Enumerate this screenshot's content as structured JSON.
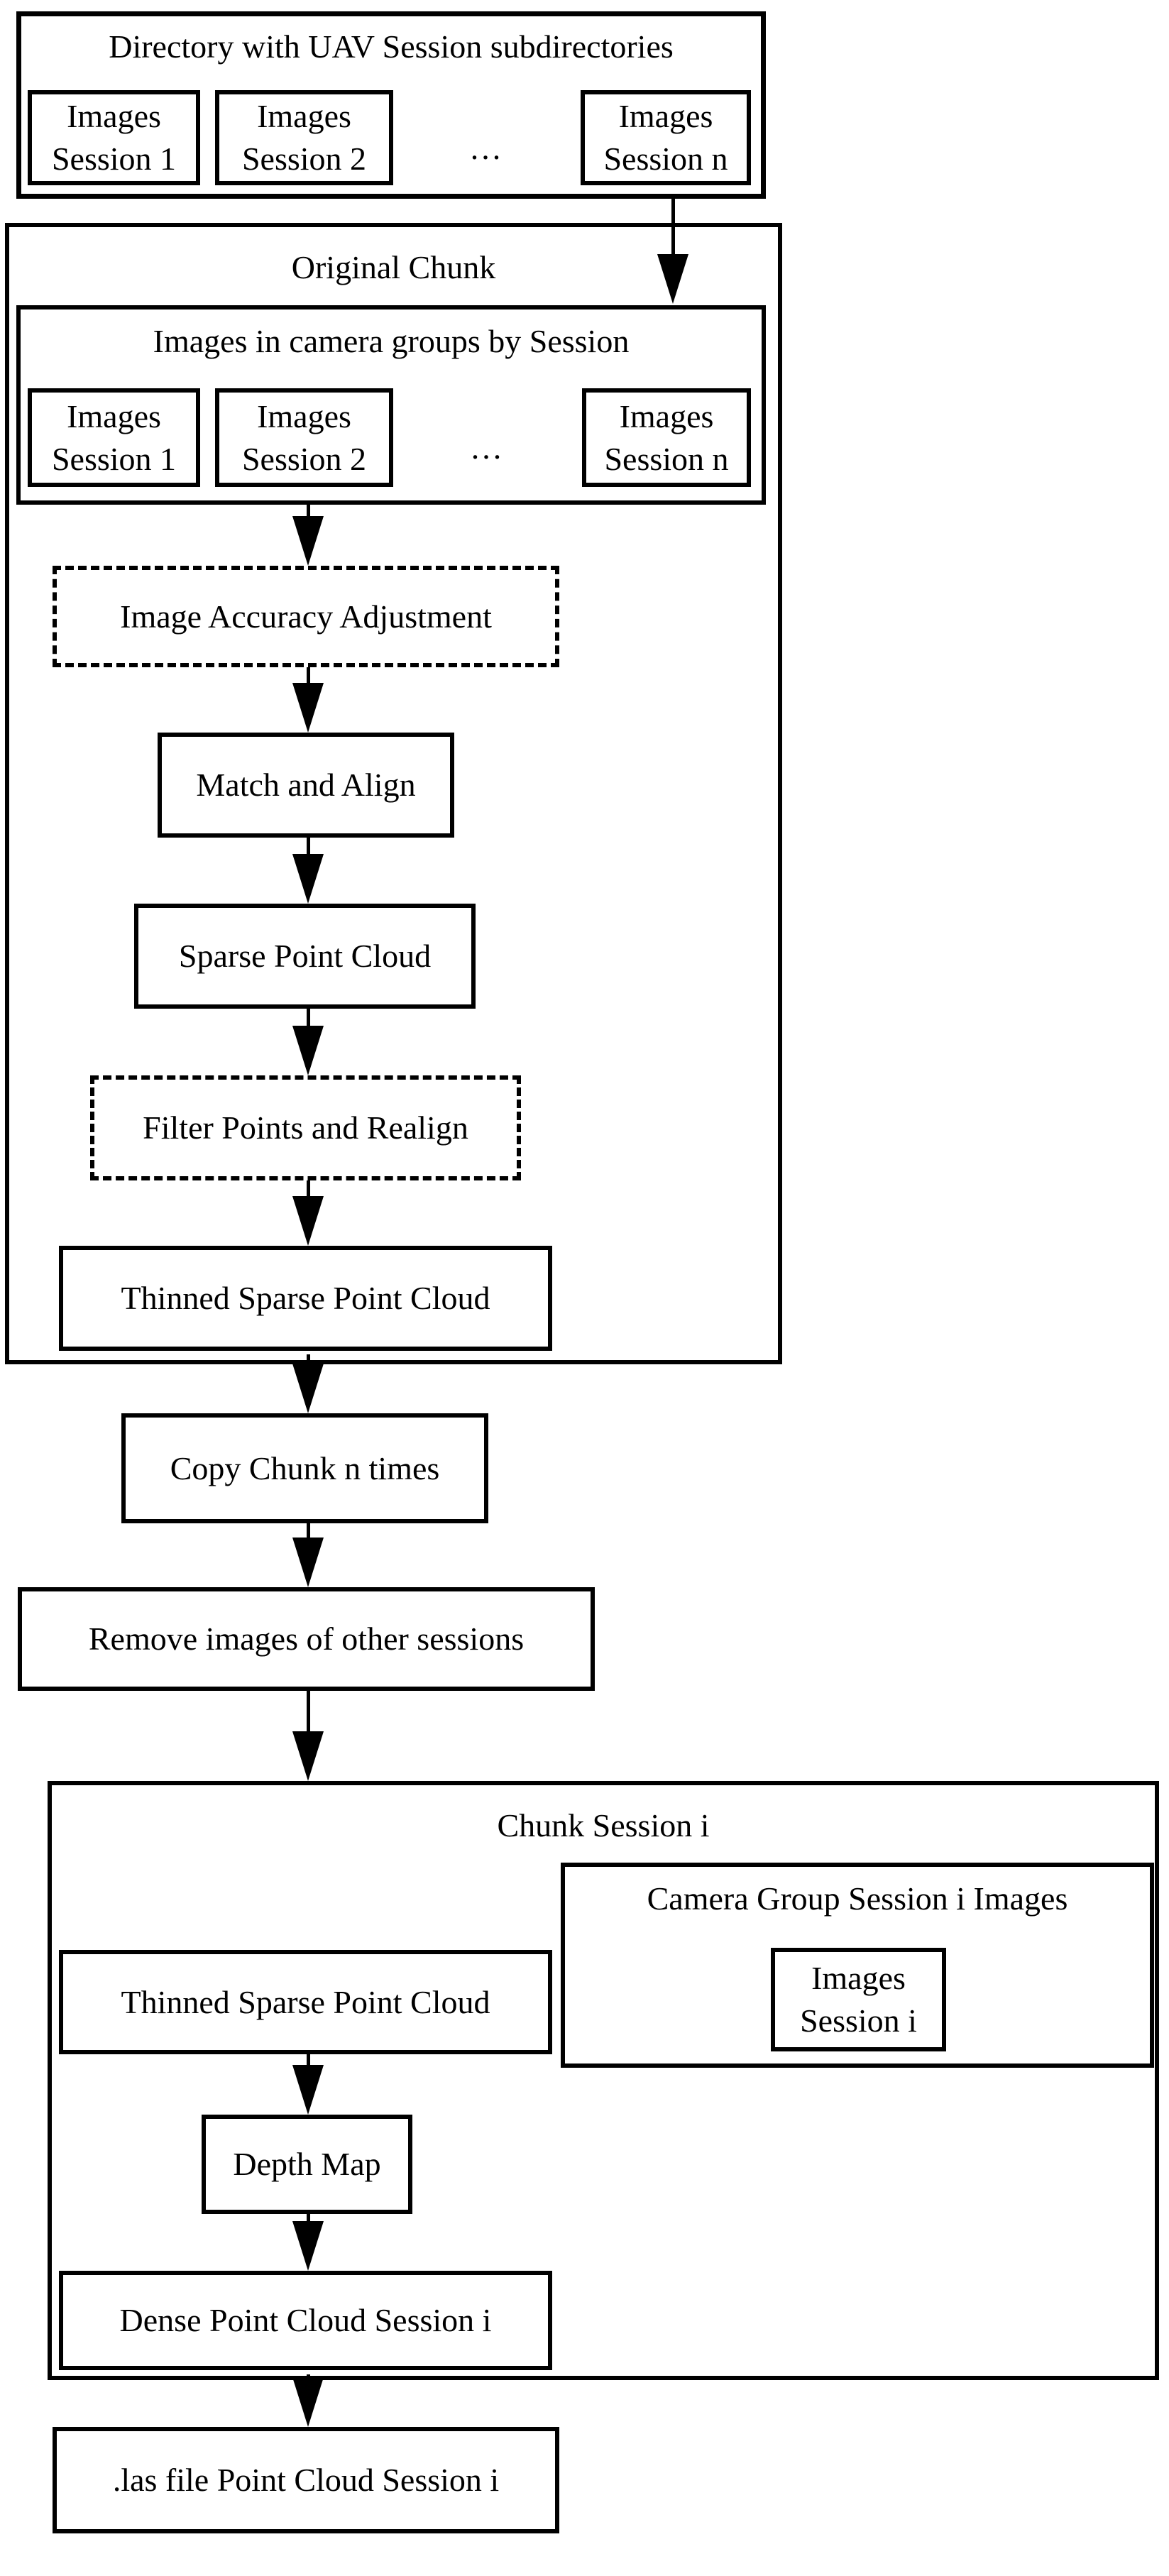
{
  "colors": {
    "ink": "#000000",
    "paper": "#ffffff"
  },
  "top_directory": {
    "title": "Directory with UAV Session subdirectories",
    "sessions": [
      {
        "label": "Images\nSession 1"
      },
      {
        "label": "Images\nSession 2"
      },
      {
        "label": "..."
      },
      {
        "label": "Images\nSession n"
      }
    ]
  },
  "original_chunk": {
    "title": "Original Chunk",
    "images_group": {
      "title": "Images in camera groups by Session",
      "sessions": [
        {
          "label": "Images\nSession 1"
        },
        {
          "label": "Images\nSession 2"
        },
        {
          "label": "..."
        },
        {
          "label": "Images\nSession n"
        }
      ]
    },
    "steps": {
      "image_accuracy_adjustment": "Image Accuracy Adjustment",
      "match_and_align": "Match and Align",
      "sparse_point_cloud": "Sparse Point Cloud",
      "filter_points_and_realign": "Filter Points and Realign",
      "thinned_sparse_point_cloud": "Thinned Sparse Point Cloud"
    }
  },
  "middle_steps": {
    "copy_chunk": "Copy Chunk n times",
    "remove_images": "Remove images of other sessions"
  },
  "chunk_session": {
    "title": "Chunk Session i",
    "thinned_sparse_point_cloud": "Thinned Sparse Point Cloud",
    "camera_group": {
      "title": "Camera Group Session i Images",
      "session": {
        "label": "Images\nSession i"
      }
    },
    "depth_map": "Depth Map",
    "dense_point_cloud": "Dense Point Cloud Session i"
  },
  "output": {
    "las_file": ".las file Point Cloud Session i"
  }
}
